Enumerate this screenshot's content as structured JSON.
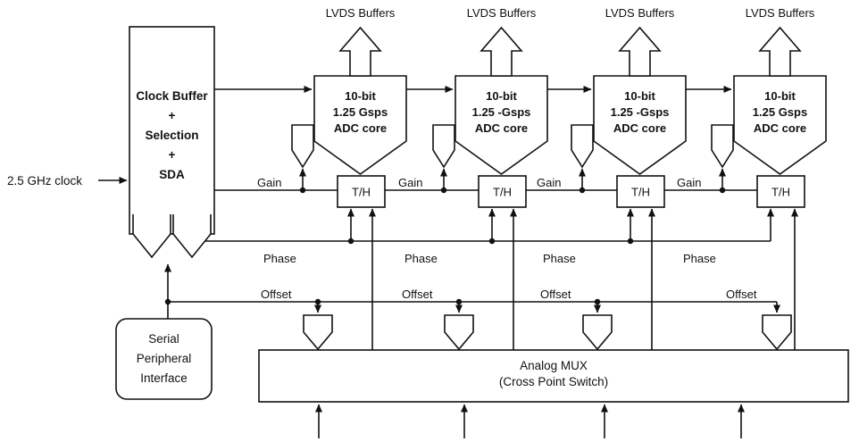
{
  "colors": {
    "stroke": "#111111",
    "background": "#ffffff"
  },
  "diagram": {
    "clock_input_label": "2.5 GHz clock",
    "clock_buffer": {
      "lines": [
        "Clock Buffer",
        "+",
        "Selection",
        "+",
        "SDA"
      ]
    },
    "spi": {
      "lines": [
        "Serial",
        "Peripheral",
        "Interface"
      ]
    },
    "mux": {
      "title": "Analog MUX",
      "subtitle": "(Cross Point Switch)"
    },
    "channels": [
      {
        "lvds": "LVDS Buffers",
        "core_line1": "10-bit",
        "core_line2": "1.25 Gsps",
        "core_line3": "ADC core",
        "th": "T/H",
        "gain": "Gain",
        "phase": "Phase",
        "offset": "Offset"
      },
      {
        "lvds": "LVDS Buffers",
        "core_line1": "10-bit",
        "core_line2": "1.25 -Gsps",
        "core_line3": "ADC core",
        "th": "T/H",
        "gain": "Gain",
        "phase": "Phase",
        "offset": "Offset"
      },
      {
        "lvds": "LVDS Buffers",
        "core_line1": "10-bit",
        "core_line2": "1.25 -Gsps",
        "core_line3": "ADC core",
        "th": "T/H",
        "gain": "Gain",
        "phase": "Phase",
        "offset": "Offset"
      },
      {
        "lvds": "LVDS Buffers",
        "core_line1": "10-bit",
        "core_line2": "1.25 Gsps",
        "core_line3": "ADC core",
        "th": "T/H",
        "gain": "Gain",
        "phase": "Phase",
        "offset": "Offset"
      }
    ]
  }
}
